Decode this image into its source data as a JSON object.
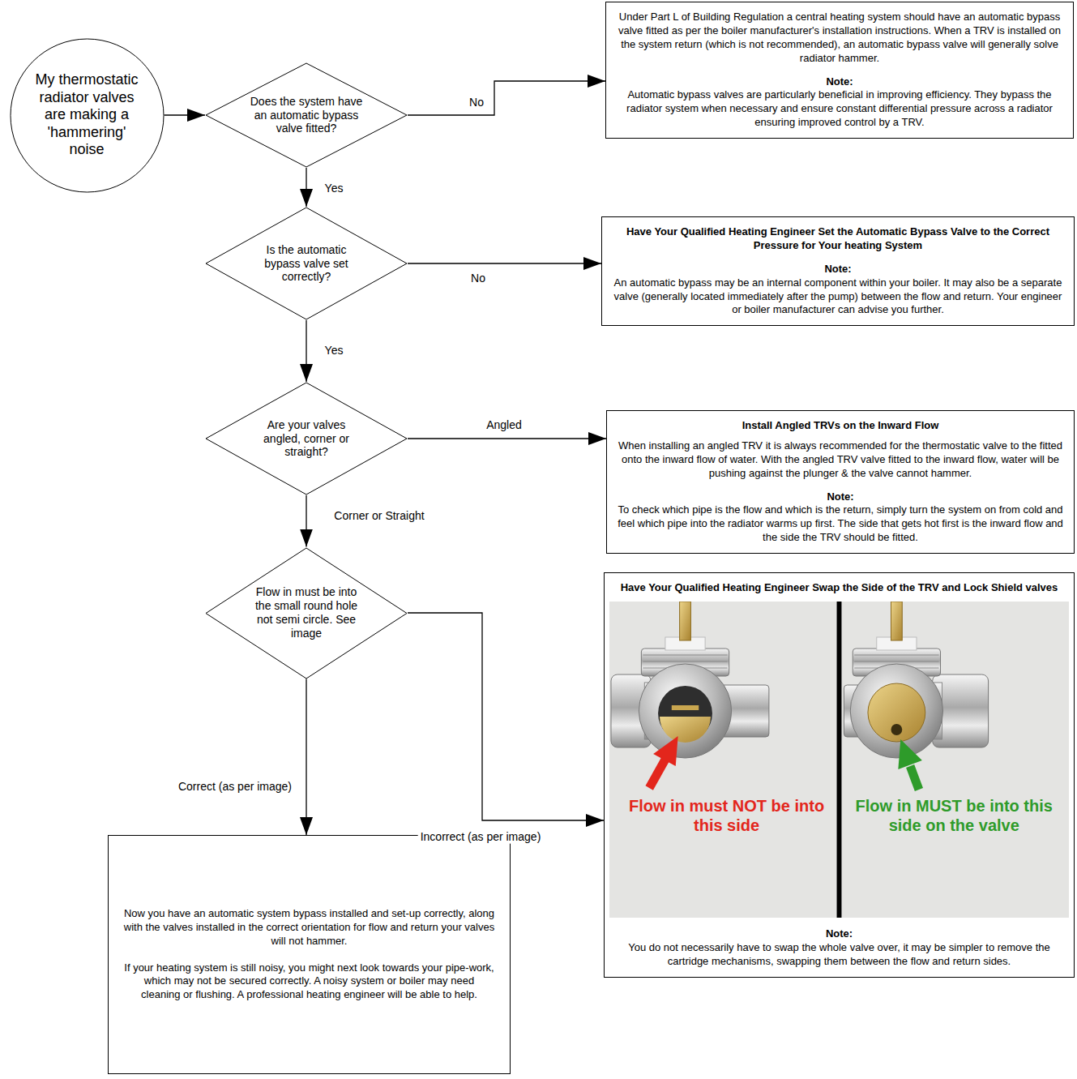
{
  "diagram": {
    "nodes": [
      {
        "text": [
          "My thermostatic radiator valves are making a 'hammering' noise"
        ]
      },
      {
        "text": [
          "Does the system have an automatic bypass valve fitted?"
        ]
      },
      {
        "text": [
          "Under Part L of Building Regulation a central heating system should have an automatic bypass valve fitted as per the boiler manufacturer's installation instructions. When a TRV is installed on the system return (which is not recommended), an automatic bypass valve will generally solve radiator hammer.",
          "Note:",
          "Automatic bypass valves are particularly beneficial in improving efficiency. They bypass the radiator system when necessary and ensure constant differential pressure across a radiator ensuring improved control by a TRV."
        ]
      },
      {
        "text": [
          "Is the automatic bypass valve set correctly?"
        ]
      },
      {
        "text": [
          "Have Your Qualified Heating Engineer Set the Automatic Bypass Valve to the Correct Pressure for Your heating System",
          "Note:",
          "An automatic bypass may be an internal component within your boiler. It may also be a separate valve (generally located immediately after the pump) between the flow and return. Your engineer or boiler manufacturer can advise you further."
        ]
      },
      {
        "text": [
          "Are your valves angled, corner or straight?"
        ]
      },
      {
        "text": [
          "Install Angled TRVs on the Inward Flow",
          "When installing an angled TRV it is always recommended for the thermostatic valve to the fitted onto the inward flow of water. With the angled TRV valve fitted to the inward flow, water will be pushing against the plunger & the valve cannot hammer.",
          "Note:",
          "To check which pipe is the flow and which is the return, simply turn the system on from cold and feel which pipe into the radiator warms up first. The side that gets hot first is the inward flow and the side the TRV should be fitted."
        ]
      },
      {
        "text": [
          "Flow in must be into the small round hole not semi circle. See image"
        ]
      },
      {
        "text": [
          "Have Your Qualified Heating Engineer Swap the Side of the TRV and Lock Shield valves",
          "Flow in must NOT be into this side",
          "Flow in MUST be into this side on the valve",
          "Note:",
          "You do not necessarily have to swap the whole valve over, it may be simpler to remove the cartridge mechanisms, swapping them between the flow and return sides."
        ]
      },
      {
        "text": [
          "Now you have an automatic system bypass installed and set-up correctly, along with the valves installed in the correct orientation for flow and return your valves will not hammer.",
          "If your heating system is still noisy, you might next look towards your pipe-work, which may not be secured correctly. A noisy system or boiler may need cleaning or flushing. A professional heating engineer will be able to help."
        ]
      }
    ],
    "edges": [
      {
        "from": 0,
        "to": 1,
        "arrow": "to"
      },
      {
        "from": 1,
        "to": 2,
        "label": "No",
        "arrow": "to"
      },
      {
        "from": 1,
        "to": 3,
        "label": "Yes",
        "arrow": "to"
      },
      {
        "from": 3,
        "to": 4,
        "label": "No",
        "arrow": "to"
      },
      {
        "from": 3,
        "to": 5,
        "label": "Yes",
        "arrow": "to"
      },
      {
        "from": 5,
        "to": 6,
        "label": "Angled",
        "arrow": "to"
      },
      {
        "from": 5,
        "to": 7,
        "label": "Corner or Straight",
        "arrow": "to"
      },
      {
        "from": 7,
        "to": 9,
        "label": "Correct (as per image)",
        "arrow": "to"
      },
      {
        "from": 7,
        "to": 8,
        "label": "Incorrect (as per image)",
        "arrow": "to"
      }
    ]
  }
}
